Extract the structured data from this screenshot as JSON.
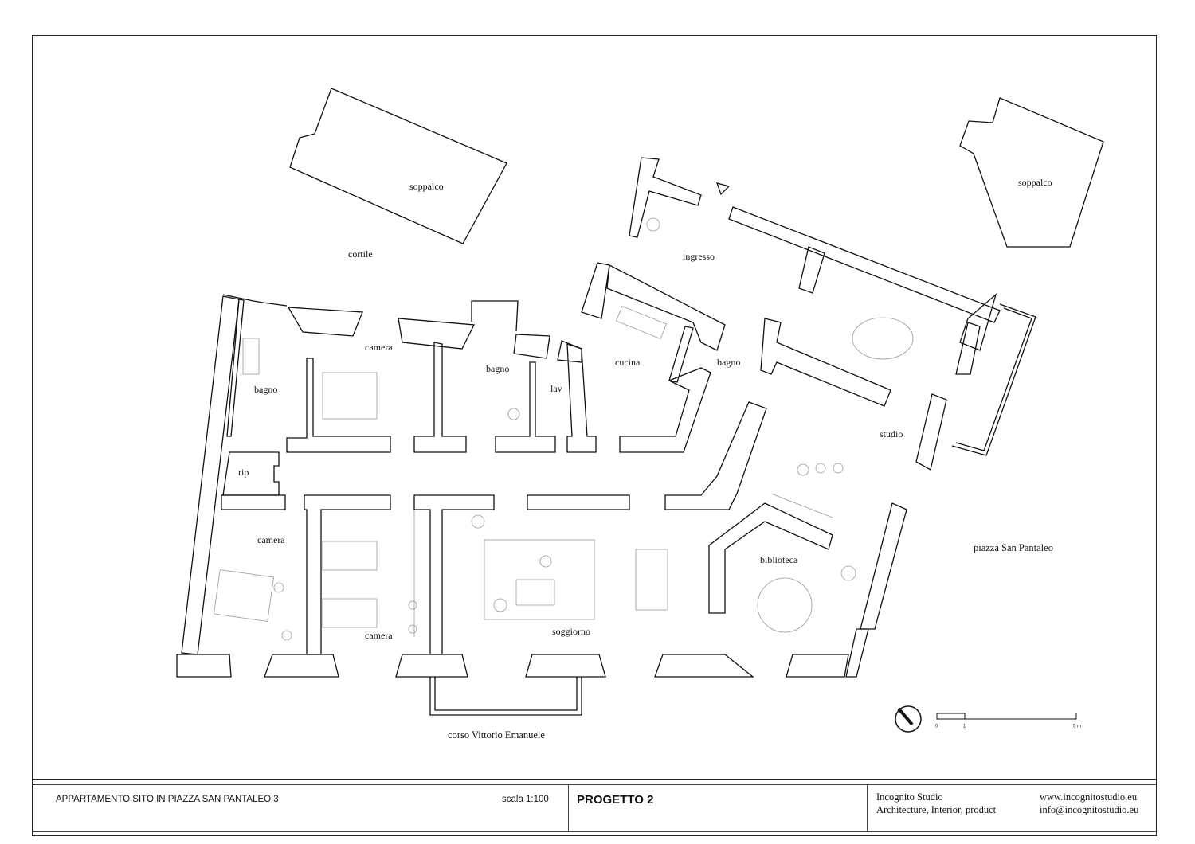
{
  "drawing": {
    "rooms": {
      "soppalco_left": "soppalco",
      "soppalco_right": "soppalco",
      "cortile": "cortile",
      "ingresso": "ingresso",
      "camera_top": "camera",
      "bagno_left": "bagno",
      "bagno_mid": "bagno",
      "lav": "lav",
      "cucina": "cucina",
      "bagno_right": "bagno",
      "studio": "studio",
      "rip": "rip",
      "camera_bl": "camera",
      "camera_bm": "camera",
      "soggiorno": "soggiorno",
      "biblioteca": "biblioteca"
    },
    "streets": {
      "piazza": "piazza San Pantaleo",
      "corso": "corso Vittorio Emanuele"
    },
    "scale_bar": {
      "tick_0": "0",
      "tick_1": "1",
      "tick_5": "5 m"
    }
  },
  "title_block": {
    "project_title": "APPARTAMENTO SITO IN  PIAZZA SAN PANTALEO 3",
    "scale": "scala 1:100",
    "project_name": "PROGETTO 2",
    "studio_name": "Incognito Studio",
    "studio_tagline": "Architecture, Interior, product",
    "website": "www.incognitostudio.eu",
    "email": "info@incognitostudio.eu"
  }
}
